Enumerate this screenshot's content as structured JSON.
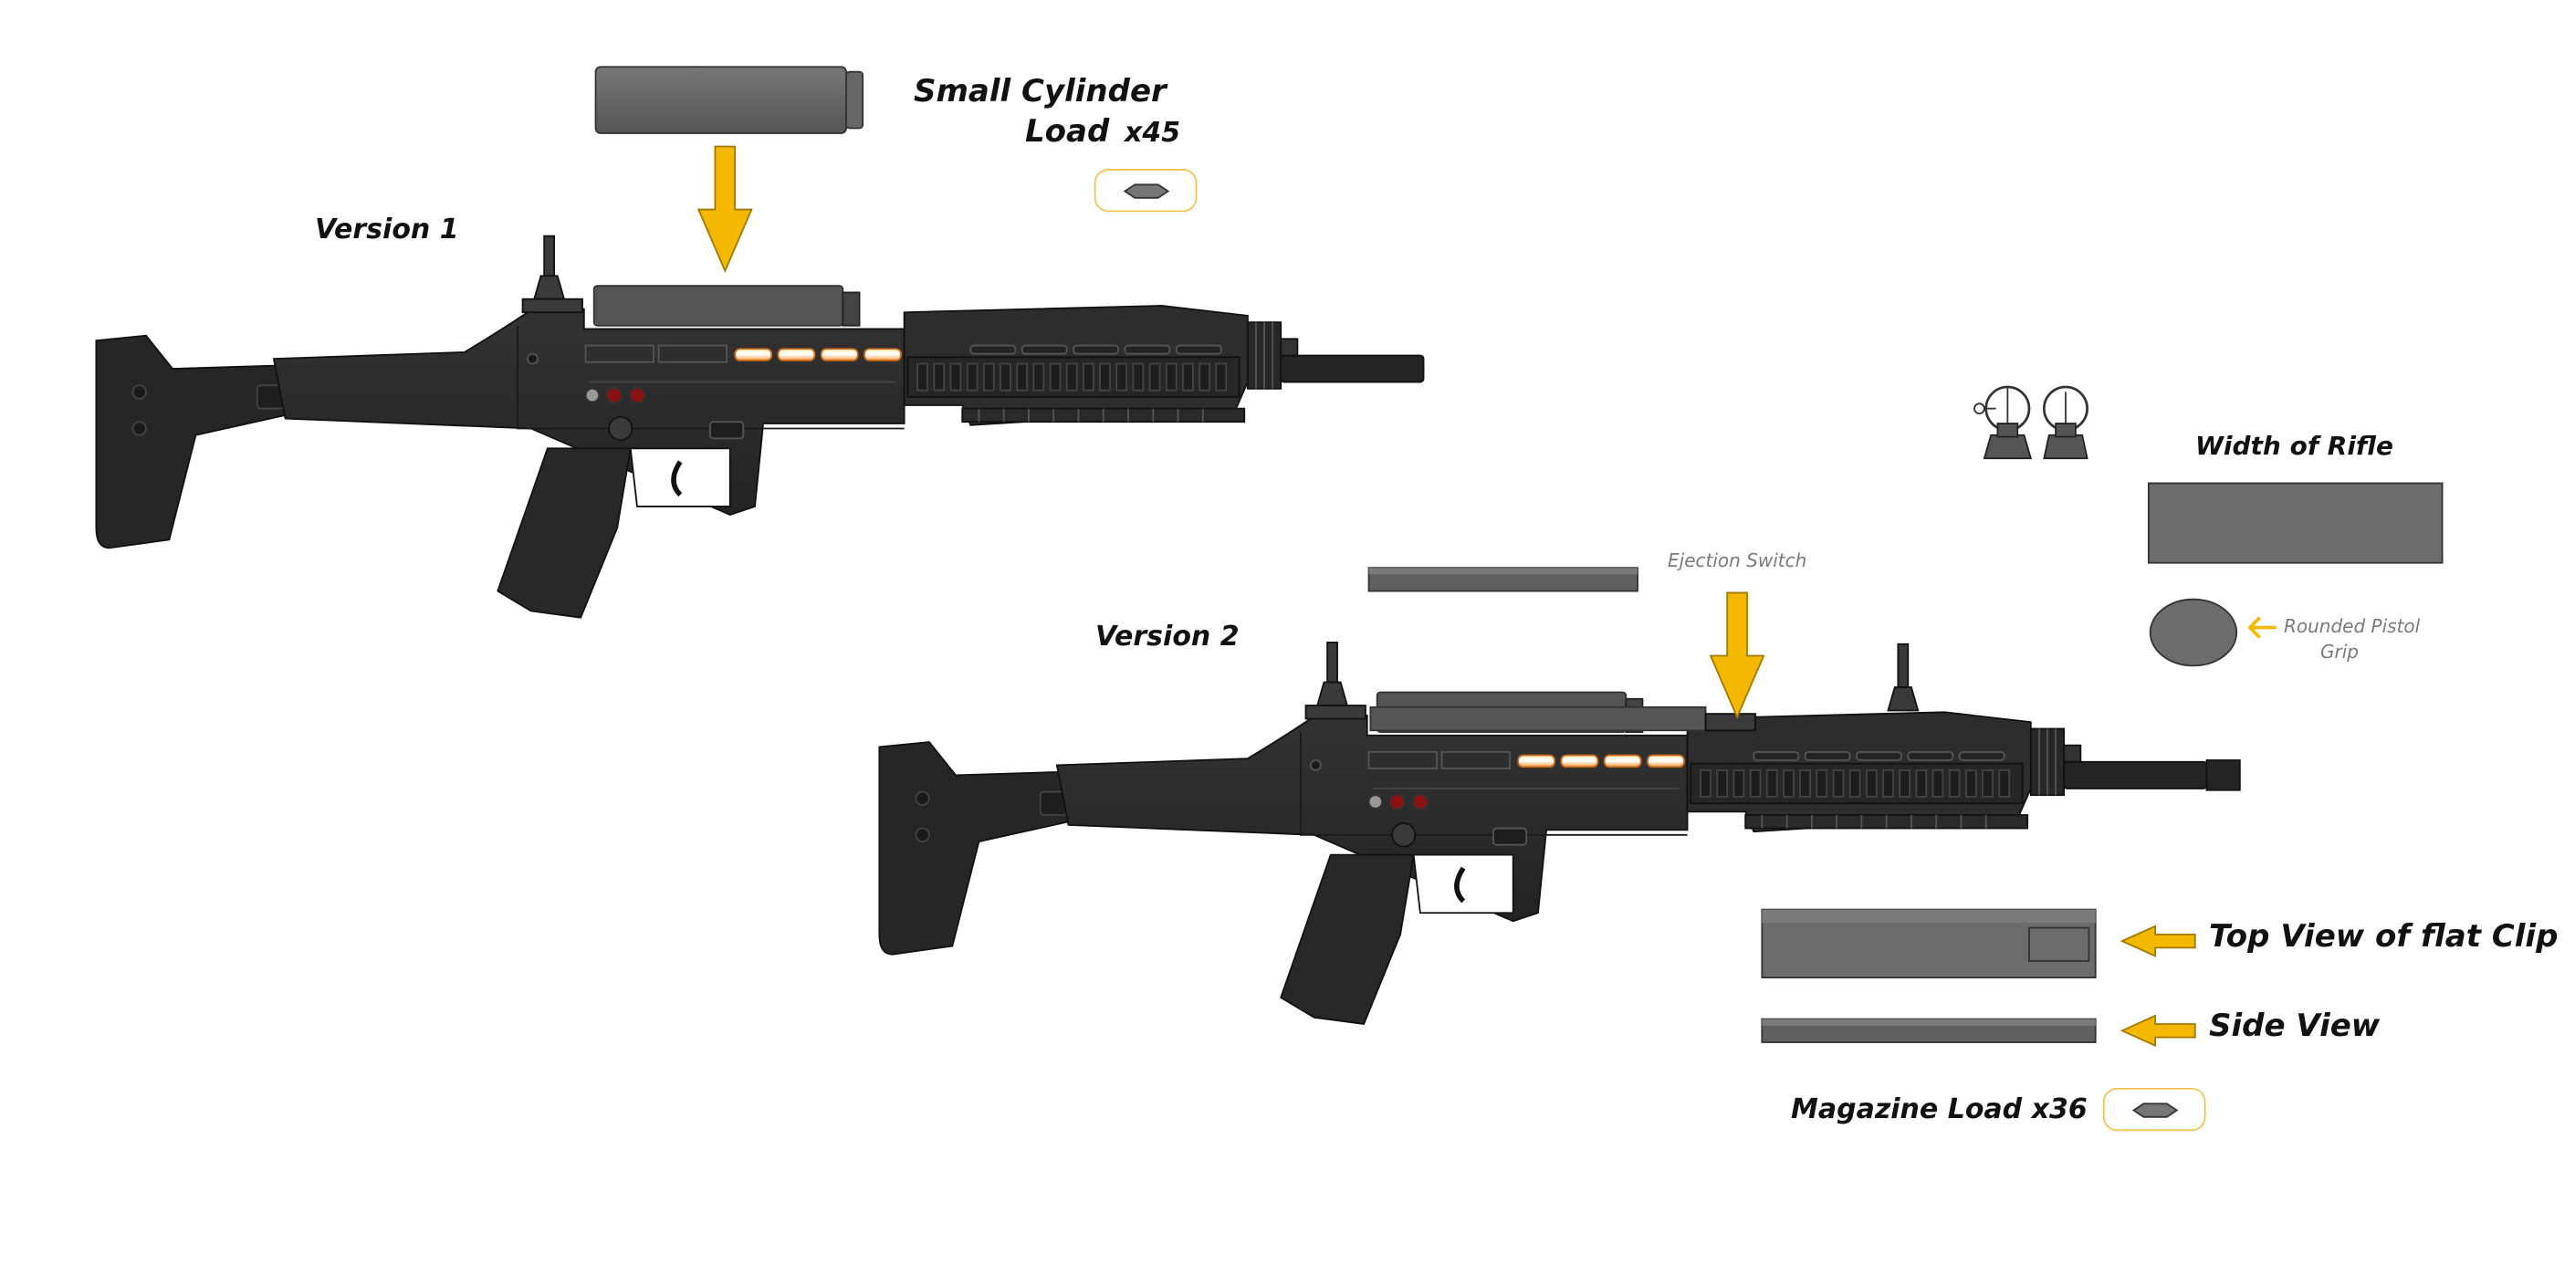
{
  "labels": {
    "small_cylinder": "Small Cylinder",
    "load": "Load",
    "load_count": "x45",
    "version_1": "Version 1",
    "version_2": "Version 2",
    "ejection_switch": "Ejection Switch",
    "width_of_rifle": "Width of Rifle",
    "rounded_pistol_grip_line1": "Rounded Pistol",
    "rounded_pistol_grip_line2": "Grip",
    "top_view_flat_clip": "Top View of flat Clip",
    "side_view": "Side View",
    "magazine_load": "Magazine Load x36"
  },
  "colors": {
    "arrow": "#f5b800",
    "rifle_body": "#2b2b2b",
    "part_gray": "#6c6c6c",
    "led_glow": "#ffd98a",
    "button_red": "#8a1111"
  }
}
